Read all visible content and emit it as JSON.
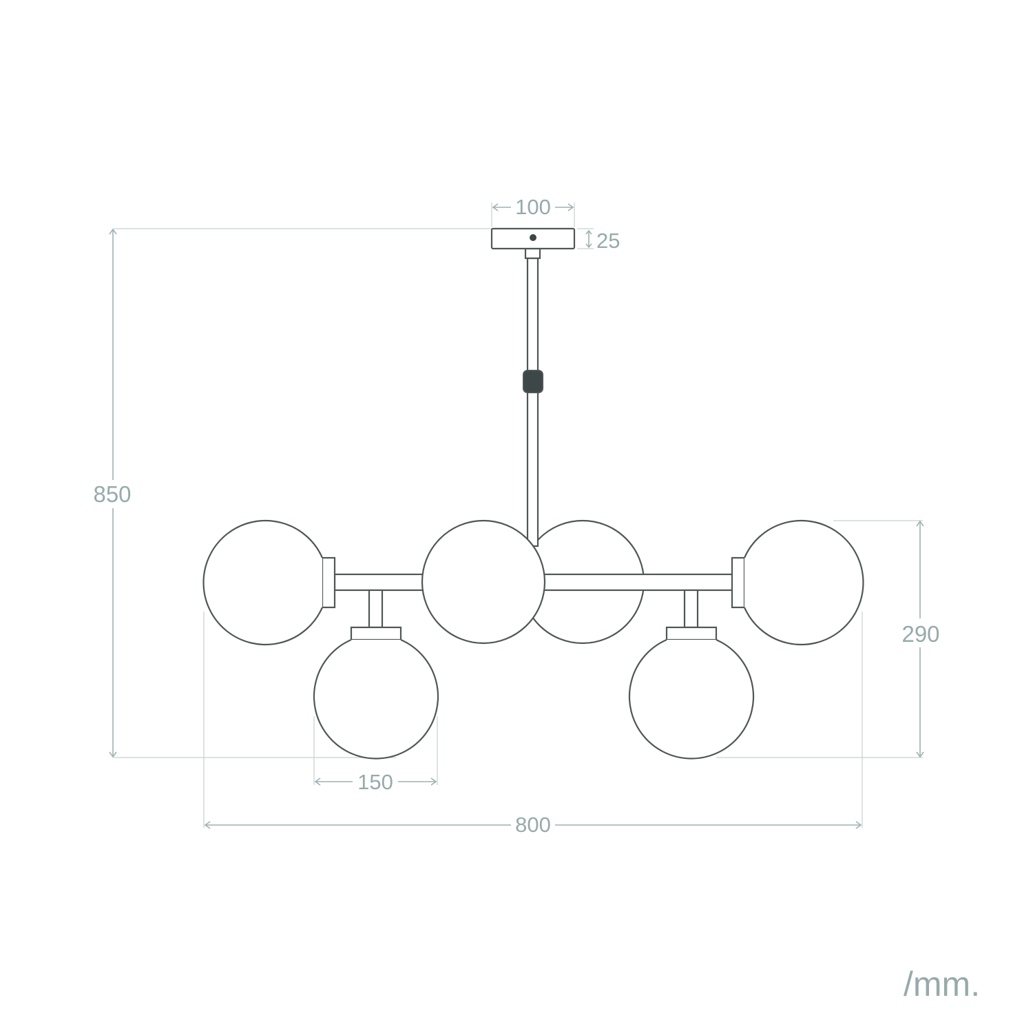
{
  "drawing": {
    "subject": "pendant lamp with six globes",
    "unit_label": "/mm.",
    "colors": {
      "outline": "#4f5656",
      "dimension": "#97aaab",
      "background": "#ffffff",
      "coupler_fill": "#3d4747"
    }
  },
  "dimensions": {
    "canopy_width": "100",
    "canopy_height": "25",
    "total_height": "850",
    "lower_section_height": "290",
    "globe_diameter": "150",
    "total_width": "800"
  },
  "components": {
    "canopy": "ceiling canopy",
    "rod": "suspension rod",
    "coupler": "rod coupler",
    "arm": "horizontal arm",
    "globes": [
      "globe-left-outer",
      "globe-lower-left",
      "globe-center-left",
      "globe-center-right",
      "globe-lower-right",
      "globe-right-outer"
    ]
  }
}
